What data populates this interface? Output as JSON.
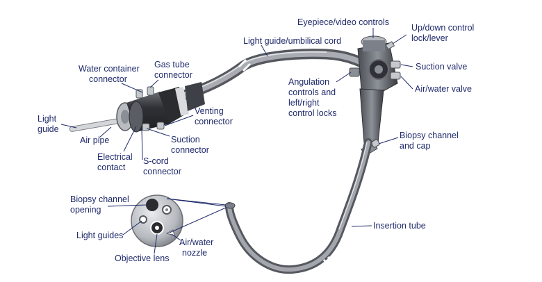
{
  "diagram": {
    "labels": {
      "eyepiece": "Eyepiece/video controls",
      "updown_1": "Up/down control",
      "updown_2": "lock/lever",
      "umbilical": "Light guide/umbilical cord",
      "water_1": "Water container",
      "water_2": "connector",
      "gas_1": "Gas tube",
      "gas_2": "connector",
      "suction_valve": "Suction valve",
      "angulation_1": "Angulation",
      "angulation_2": "controls and",
      "angulation_3": "left/right",
      "angulation_4": "control locks",
      "airwater_valve": "Air/water valve",
      "light_guide_1": "Light",
      "light_guide_2": "guide",
      "air_pipe": "Air pipe",
      "venting_1": "Venting",
      "venting_2": "connector",
      "suction_conn_1": "Suction",
      "suction_conn_2": "connector",
      "electrical_1": "Electrical",
      "electrical_2": "contact",
      "scord_1": "S-cord",
      "scord_2": "connector",
      "biopsy_cap_1": "Biopsy channel",
      "biopsy_cap_2": "and cap",
      "biopsy_opening_1": "Biopsy channel",
      "biopsy_opening_2": "opening",
      "light_guides": "Light guides",
      "airwater_nozzle_1": "Air/water",
      "airwater_nozzle_2": "nozzle",
      "objective_lens": "Objective lens",
      "insertion_tube": "Insertion tube"
    },
    "colors": {
      "label_text": "#1f2a6b",
      "body_dark": "#3e4148",
      "body_mid": "#7c8088",
      "body_light": "#c9ccd1",
      "leader": "#1f2a6b"
    }
  }
}
